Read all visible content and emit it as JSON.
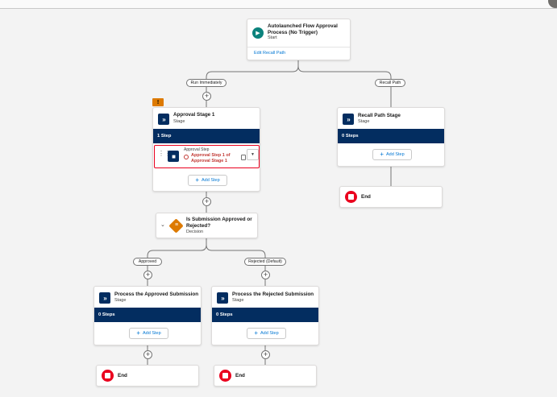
{
  "start": {
    "title": "Autolaunched Flow Approval Process (No Trigger)",
    "subtitle": "Start",
    "edit_link": "Edit Recall Path"
  },
  "labels": {
    "run_immediately": "Run Immediately",
    "recall_path": "Recall Path",
    "approved": "Approved",
    "rejected_default": "Rejected (Default)",
    "end": "End",
    "add_step": "Add Step",
    "stage": "Stage"
  },
  "stage1": {
    "title": "Approval Stage 1",
    "subtitle": "Stage",
    "step_count": "1 Step",
    "step": {
      "type": "Approval Step",
      "error_text": "Approval Step 1 of Approval Stage 1"
    }
  },
  "recall_stage": {
    "title": "Recall Path Stage",
    "subtitle": "Stage",
    "step_count": "0 Steps"
  },
  "decision": {
    "title": "Is Submission Approved or Rejected?",
    "subtitle": "Decision"
  },
  "approved_stage": {
    "title": "Process the Approved Submission",
    "subtitle": "Stage",
    "step_count": "0 Steps"
  },
  "rejected_stage": {
    "title": "Process the Rejected Submission",
    "subtitle": "Stage",
    "step_count": "0 Steps"
  },
  "colors": {
    "stage_band": "#032d60",
    "link": "#0176d3",
    "error": "#ea001e",
    "warning": "#dd7a01",
    "start_icon": "#0b827c"
  },
  "icons": {
    "start": "play-icon",
    "stage": "double-chevron-right-icon",
    "warning": "warning-icon",
    "approval_step": "approver-icon",
    "error": "error-icon",
    "decision": "decision-diamond-icon",
    "end": "stop-icon"
  }
}
